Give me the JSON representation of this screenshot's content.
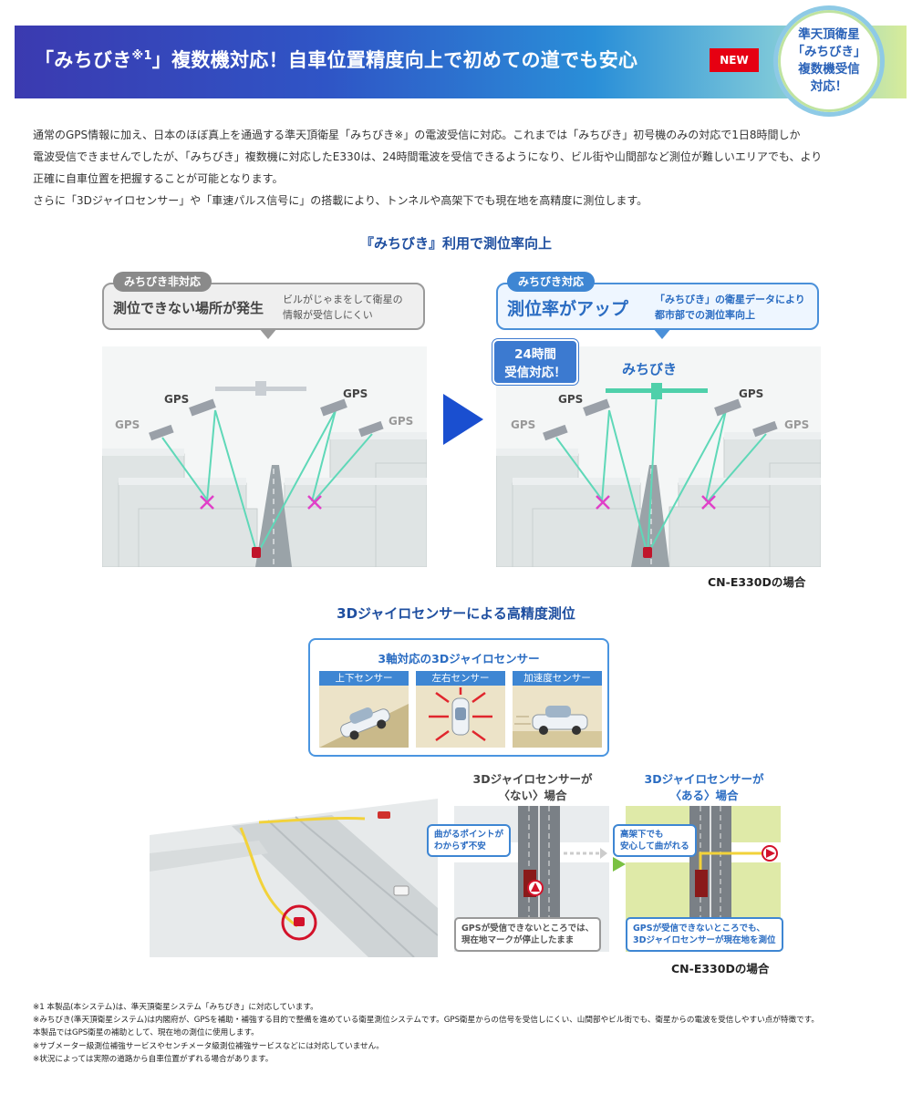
{
  "header": {
    "title_pre": "「みちびき",
    "title_sup": "※1",
    "title_post": "」複数機対応！自車位置精度向上で初めての道でも安心",
    "new_badge": "NEW",
    "corner_badge": [
      "準天頂衛星",
      "「みちびき」",
      "複数機受信",
      "対応！"
    ]
  },
  "intro": {
    "lines": [
      "通常のGPS情報に加え、日本のほぼ真上を通過する準天頂衛星「みちびき※」の電波受信に対応。これまでは「みちびき」初号機のみの対応で1日8時間しか",
      "電波受信できませんでしたが、「みちびき」複数機に対応したE330は、24時間電波を受信できるようになり、ビル街や山間部など測位が難しいエリアでも、より",
      "正確に自車位置を把握することが可能となります。",
      "さらに「3Dジャイロセンサー」や「車速パルス信号に」の搭載により、トンネルや高架下でも現在地を高精度に測位します。"
    ]
  },
  "michibiki_section": {
    "title": "『みちびき』利用で測位率向上",
    "left": {
      "tag": "みちびき非対応",
      "main": "測位できない場所が発生",
      "sub": [
        "ビルがじゃまをして衛星の",
        "情報が受信しにくい"
      ],
      "gps_labels": [
        "GPS",
        "GPS",
        "GPS",
        "GPS"
      ]
    },
    "right": {
      "tag": "みちびき対応",
      "main": "測位率がアップ",
      "sub": [
        "「みちびき」の衛星データにより",
        "都市部での測位率向上"
      ],
      "badge_24": [
        "24時間",
        "受信対応！"
      ],
      "michibiki_label": "みちびき",
      "gps_labels": [
        "GPS",
        "GPS",
        "GPS",
        "GPS"
      ]
    },
    "caption": "CN-E330Dの場合"
  },
  "gyro_section": {
    "title": "3Dジャイロセンサーによる高精度測位",
    "box_title": "3軸対応の3Dジャイロセンサー",
    "sensors": [
      "上下センサー",
      "左右センサー",
      "加速度センサー"
    ]
  },
  "comparison": {
    "without_title": [
      "3Dジャイロセンサーが",
      "〈ない〉場合"
    ],
    "with_title": [
      "3Dジャイロセンサーが",
      "〈ある〉場合"
    ],
    "without_callout": [
      "曲がるポイントが",
      "わからず不安"
    ],
    "with_callout": [
      "高架下でも",
      "安心して曲がれる"
    ],
    "without_note": [
      "GPSが受信できないところでは、",
      "現在地マークが停止したまま"
    ],
    "with_note": [
      "GPSが受信できないところでも、",
      "3Dジャイロセンサーが現在地を測位"
    ],
    "caption": "CN-E330Dの場合"
  },
  "footnotes": [
    "※1 本製品(本システム)は、準天頂衛星システム「みちびき」に対応しています。",
    "※みちびき(準天頂衛星システム)は内閣府が、GPSを補助・補強する目的で整備を進めている衛星測位システムです。GPS衛星からの信号を受信しにくい、山間部やビル街でも、衛星からの電波を受信しやすい点が特徴です。",
    "本製品ではGPS衛星の補助として、現在地の測位に使用します。",
    "※サブメーター級測位補強サービスやセンチメータ級測位補強サービスなどには対応していません。",
    "※状況によっては実際の道路から自車位置がずれる場合があります。"
  ],
  "colors": {
    "accent_blue": "#2a6cc2",
    "new_red": "#e60012",
    "beam_green": "#5fd8b8",
    "cross_magenta": "#e040c8"
  }
}
